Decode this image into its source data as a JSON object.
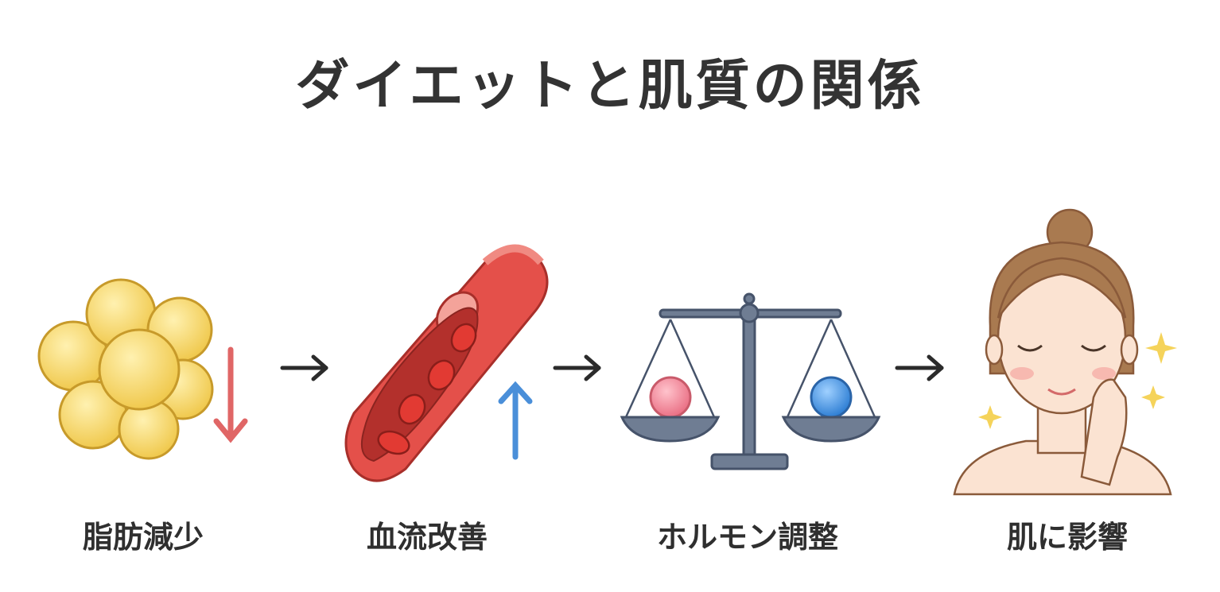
{
  "title": "ダイエットと肌質の関係",
  "steps": [
    {
      "label": "脂肪減少",
      "icon": "fat-cells-icon",
      "indicator": "down-arrow",
      "indicator_color": "#e06666"
    },
    {
      "label": "血流改善",
      "icon": "blood-vessel-icon",
      "indicator": "up-arrow",
      "indicator_color": "#4a8fd9"
    },
    {
      "label": "ホルモン調整",
      "icon": "balance-scale-icon"
    },
    {
      "label": "肌に影響",
      "icon": "woman-face-icon"
    }
  ],
  "colors": {
    "fat": "#f5d66a",
    "vessel": "#e4504a",
    "scale": "#5d6b80",
    "pink_ball": "#f28a9a",
    "blue_ball": "#4a90dd",
    "skin": "#fbe3d2",
    "hair": "#a97a50"
  }
}
